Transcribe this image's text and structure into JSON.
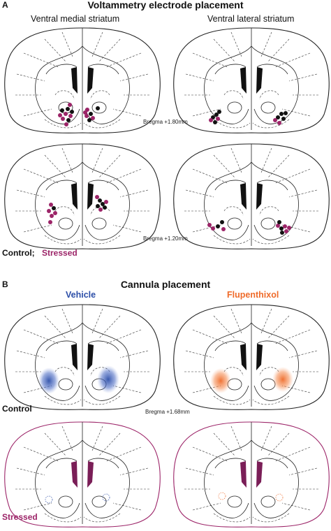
{
  "figure": {
    "panel_a": {
      "letter": "A",
      "title": "Voltammetry electrode placement",
      "col_left": "Ventral medial striatum",
      "col_right": "Ventral lateral striatum",
      "bregma_top": "Bregma +1.80mm",
      "bregma_bottom": "Bregma +1.20mm",
      "legend_control": "Control;",
      "legend_stressed": "Stressed"
    },
    "panel_b": {
      "letter": "B",
      "title": "Cannula placement",
      "col_left": "Vehicle",
      "col_right": "Flupenthixol",
      "bregma": "Bregma +1.68mm",
      "row_control": "Control",
      "row_stressed": "Stressed"
    }
  },
  "colors": {
    "control": "#111111",
    "stressed": "#9c2468",
    "vehicle": "#2d4fa8",
    "flupenthixol": "#ef6b2a"
  }
}
